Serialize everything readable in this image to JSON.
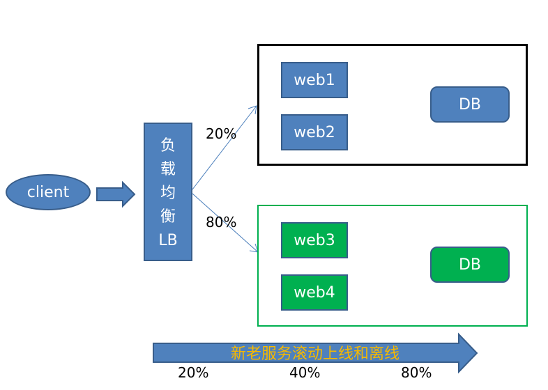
{
  "diagram": {
    "client_label": "client",
    "lb_chars": [
      "负",
      "载",
      "均",
      "衡",
      "LB"
    ],
    "upper_pct": "20%",
    "lower_pct": "80%",
    "upper_group": {
      "servers": [
        "web1",
        "web2"
      ],
      "db": "DB"
    },
    "lower_group": {
      "servers": [
        "web3",
        "web4"
      ],
      "db": "DB"
    },
    "banner": {
      "text": "新老服务滚动上线和离线",
      "ticks": [
        "20%",
        "40%",
        "80%"
      ]
    },
    "colors": {
      "blue_fill": "#4f81bd",
      "blue_border": "#385d8a",
      "green_fill": "#00b050",
      "banner_text": "#f5b800",
      "connector": "#4a7ebb"
    }
  }
}
